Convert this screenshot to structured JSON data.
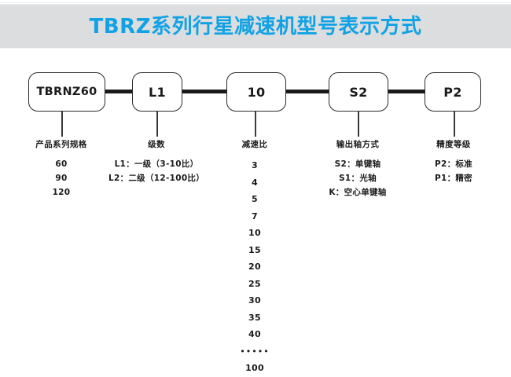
{
  "header": {
    "title": "TBRZ系列行星减速机型号表示方式",
    "title_color": "#10a2e5",
    "band_color": "#dcdddf"
  },
  "diagram": {
    "type": "model-code-breakdown",
    "boxes": [
      {
        "id": "series",
        "label": "TBRNZ60"
      },
      {
        "id": "stage",
        "label": "L1"
      },
      {
        "id": "ratio",
        "label": "10"
      },
      {
        "id": "shaft",
        "label": "S2"
      },
      {
        "id": "precision",
        "label": "P2"
      }
    ],
    "columns": [
      {
        "id": "series",
        "heading": "产品系列规格",
        "lines": [
          "60",
          "90",
          "120"
        ]
      },
      {
        "id": "stage",
        "heading": "级数",
        "lines": [
          "L1：一级（3-10比）",
          "L2：二级（12-100比）"
        ]
      },
      {
        "id": "ratio",
        "heading": "减速比",
        "lines": [
          "3",
          "4",
          "5",
          "7",
          "10",
          "15",
          "20",
          "25",
          "30",
          "35",
          "40",
          "•••••",
          "100"
        ]
      },
      {
        "id": "shaft",
        "heading": "输出轴方式",
        "lines": [
          "S2：单键轴",
          "S1：光轴",
          "K：空心单键轴"
        ]
      },
      {
        "id": "precision",
        "heading": "精度等级",
        "lines": [
          "P2：标准",
          "P1：精密"
        ]
      }
    ]
  }
}
